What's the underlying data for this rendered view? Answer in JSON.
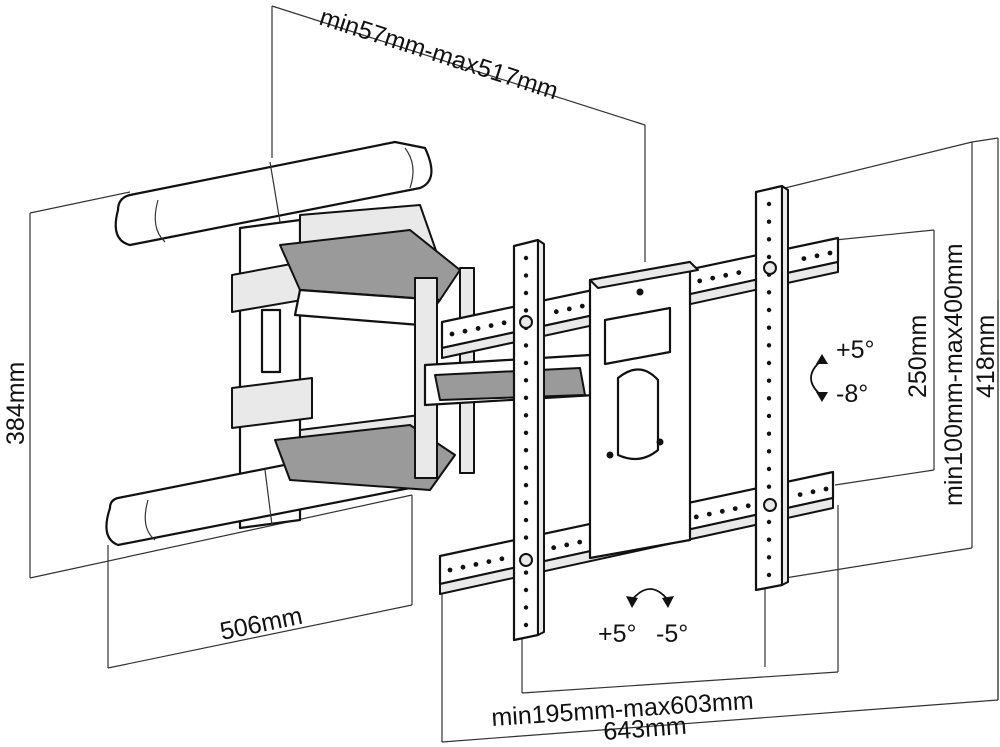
{
  "dimensions": {
    "depth_range": "min57mm-max517mm",
    "arm_height": "384mm",
    "arm_width": "506mm",
    "vesa_vertical": "min100mm-max400mm",
    "rail_spacing": "250mm",
    "bracket_height": "418mm",
    "vesa_horizontal": "min195mm-max603mm",
    "overall_width": "643mm"
  },
  "tilt": {
    "up": "+5°",
    "down": "-8°"
  },
  "swivel": {
    "left": "+5°",
    "right": "-5°"
  }
}
